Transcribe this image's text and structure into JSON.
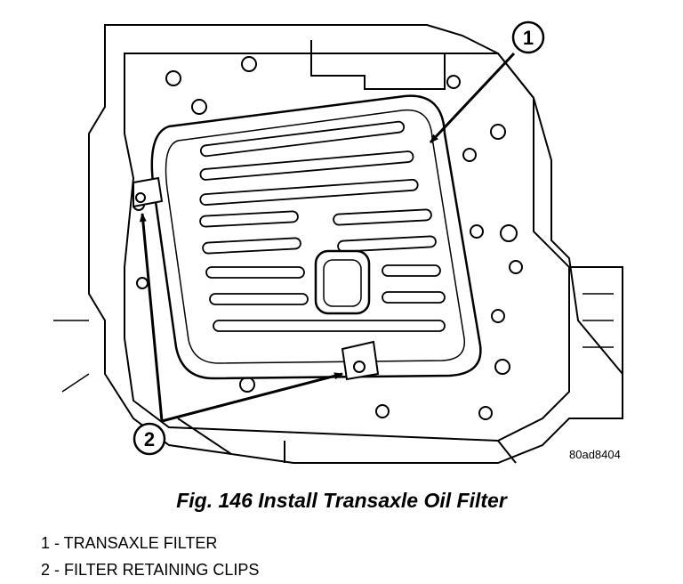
{
  "figure": {
    "caption": "Fig. 146 Install Transaxle Oil Filter",
    "drawing_code": "80ad8404"
  },
  "callouts": [
    {
      "number": "1",
      "label": "TRANSAXLE FILTER"
    },
    {
      "number": "2",
      "label": "FILTER RETAINING CLIPS"
    }
  ],
  "legend": [
    "1 - TRANSAXLE FILTER",
    "2 - FILTER RETAINING CLIPS"
  ]
}
